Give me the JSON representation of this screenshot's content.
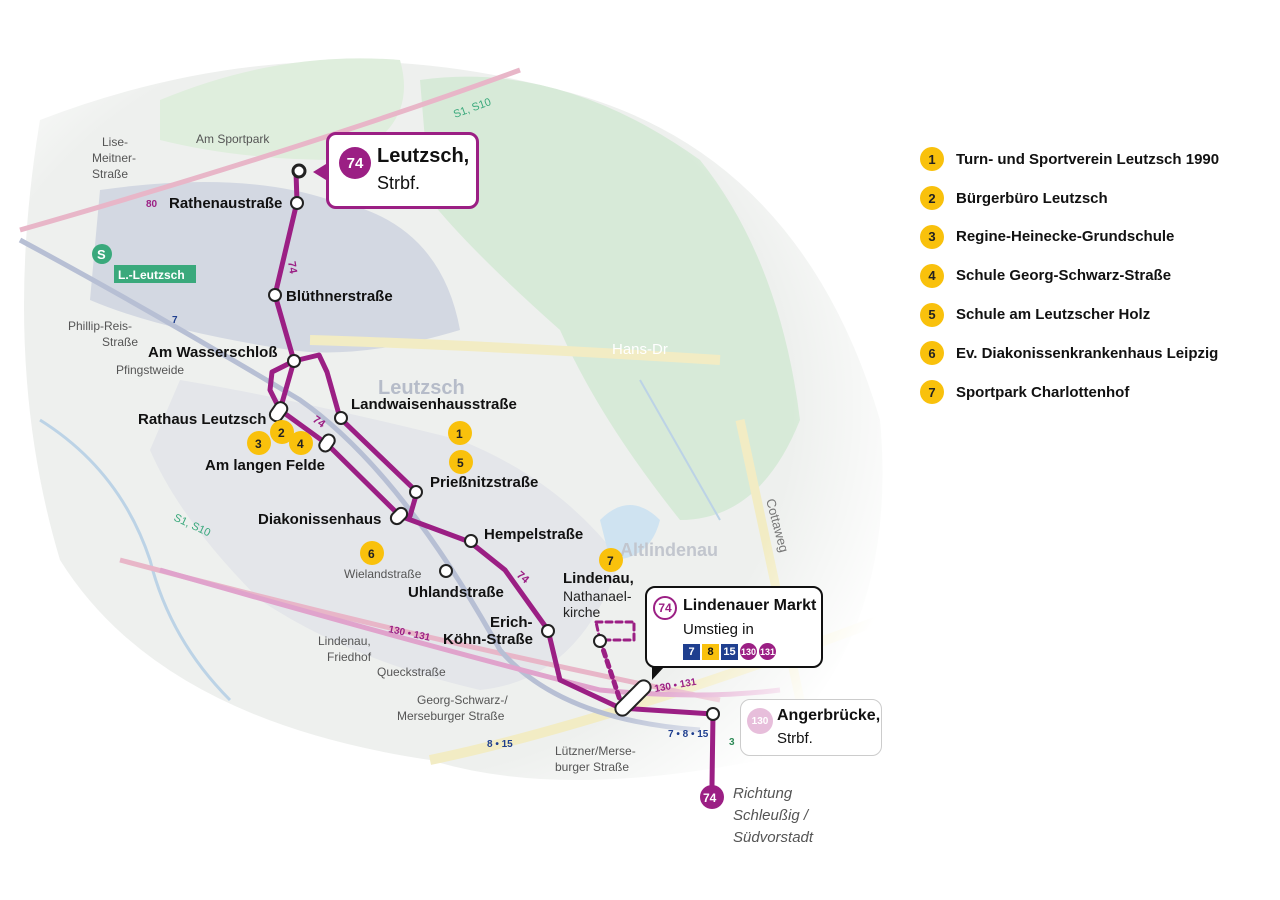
{
  "route": {
    "line": "74",
    "color": "#9b1f84"
  },
  "terminus_top": {
    "line": "74",
    "name": "Leutzsch,",
    "sub": "Strbf."
  },
  "terminus_bottom": {
    "line": "130",
    "name": "Angerbrücke,",
    "sub": "Strbf."
  },
  "transfer": {
    "line": "74",
    "name": "Lindenauer Markt",
    "sub": "Umstieg in",
    "lines": [
      {
        "label": "7",
        "bg": "#1f3f8f",
        "fg": "#ffffff",
        "shape": "square"
      },
      {
        "label": "8",
        "bg": "#f9c10c",
        "fg": "#111111",
        "shape": "square"
      },
      {
        "label": "15",
        "bg": "#1f3f8f",
        "fg": "#ffffff",
        "shape": "square"
      },
      {
        "label": "130",
        "bg": "#9b1f84",
        "fg": "#ffffff",
        "shape": "circle"
      },
      {
        "label": "131",
        "bg": "#9b1f84",
        "fg": "#ffffff",
        "shape": "circle"
      }
    ]
  },
  "direction": {
    "line": "74",
    "text1": "Richtung",
    "text2": "Schleußig /",
    "text3": "Südvorstadt"
  },
  "stops": [
    "Rathenaustraße",
    "Blüthnerstraße",
    "Am Wasserschloß",
    "Rathaus Leutzsch",
    "Am langen Felde",
    "Landwaisenhausstraße",
    "Prießnitzstraße",
    "Diakonissenhaus",
    "Hempelstraße",
    "Uhlandstraße",
    "Erich-",
    "Köhn-Straße",
    "Lindenau,",
    "Nathanael-",
    "kirche"
  ],
  "minor_labels": {
    "am_sportpark": "Am Sportpark",
    "lise1": "Lise-",
    "lise2": "Meitner-",
    "lise3": "Straße",
    "l_leutzsch": "L.-Leutzsch",
    "phillip1": "Phillip-Reis-",
    "phillip2": "Straße",
    "pfingstweide": "Pfingstweide",
    "wielandstrasse": "Wielandstraße",
    "lindenau_friedhof1": "Lindenau,",
    "lindenau_friedhof2": "Friedhof",
    "queckstrasse": "Queckstraße",
    "georg1": "Georg-Schwarz-/",
    "georg2": "Merseburger Straße",
    "luetzner1": "Lützner/Merse-",
    "luetzner2": "burger Straße",
    "leutzsch_area": "Leutzsch",
    "altlindenau": "Altlindenau",
    "hans": "Hans-Dr",
    "cottaweg": "Cottaweg",
    "rail_s1": "S1, S10",
    "rail_s1b": "S1, S10",
    "line_80": "80",
    "line_74a": "74",
    "line_74b": "74",
    "line_74c": "74",
    "line_7": "7",
    "line_130a": "130 • 131",
    "line_130b": "130 • 131",
    "line_815": "8 • 15",
    "line_7815": "7 • 8 • 15",
    "line_3": "3"
  },
  "pois": [
    "1",
    "2",
    "3",
    "4",
    "5",
    "6",
    "7"
  ],
  "legend": [
    {
      "num": "1",
      "label": "Turn- und Sportverein Leutzsch 1990"
    },
    {
      "num": "2",
      "label": "Bürgerbüro Leutzsch"
    },
    {
      "num": "3",
      "label": "Regine-Heinecke-Grundschule"
    },
    {
      "num": "4",
      "label": "Schule Georg-Schwarz-Straße"
    },
    {
      "num": "5",
      "label": "Schule am Leutzscher Holz"
    },
    {
      "num": "6",
      "label": "Ev. Diakonissenkrankenhaus Leipzig"
    },
    {
      "num": "7",
      "label": "Sportpark Charlottenhof"
    }
  ]
}
